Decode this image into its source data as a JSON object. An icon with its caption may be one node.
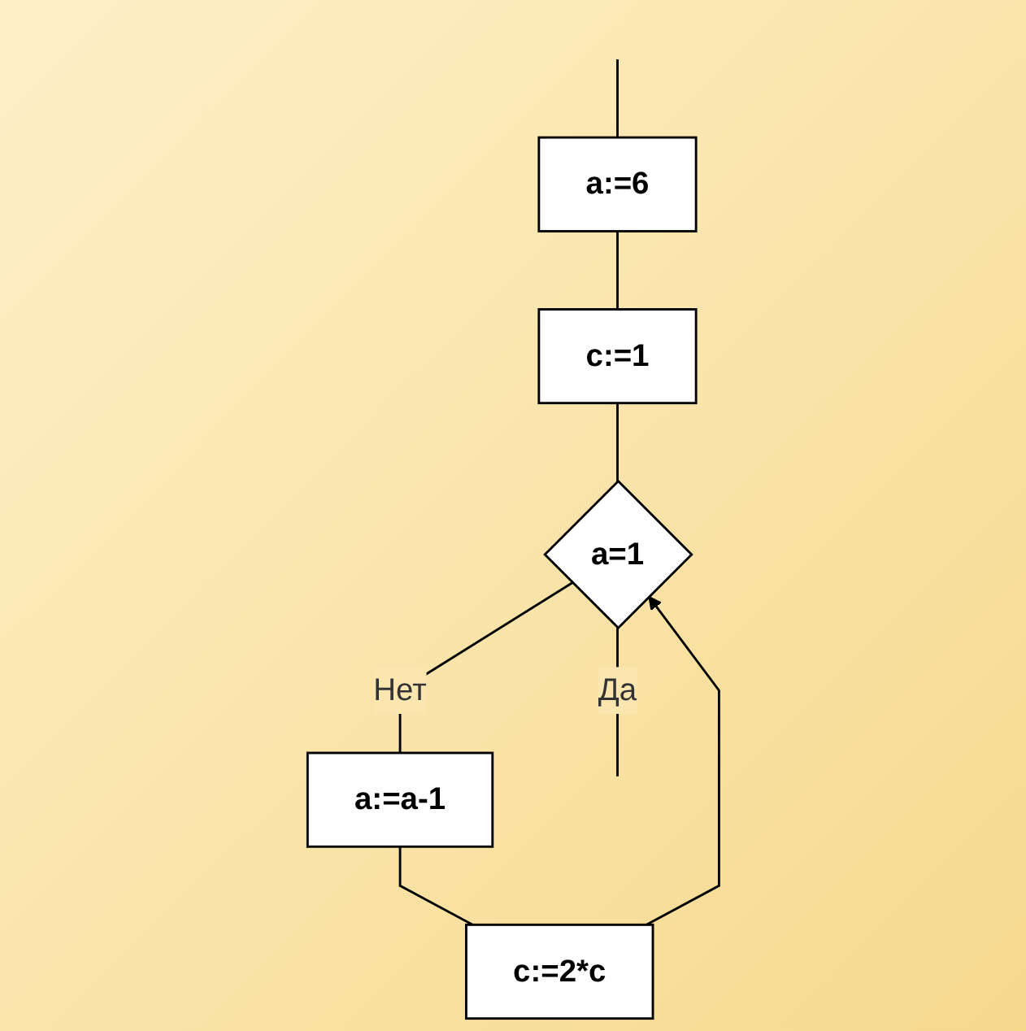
{
  "diagram": {
    "nodes": [
      {
        "text": [
          "a:=6"
        ]
      },
      {
        "text": [
          "c:=1"
        ]
      },
      {
        "text": [
          "a=1"
        ]
      },
      {
        "text": [
          "a:=a-1"
        ]
      },
      {
        "text": [
          "c:=2*c"
        ]
      }
    ],
    "edges": [
      {
        "from": null,
        "to": 0,
        "arrow": "none"
      },
      {
        "from": 0,
        "to": 1,
        "arrow": "none"
      },
      {
        "from": 1,
        "to": 2,
        "arrow": "none"
      },
      {
        "from": 2,
        "to": 3,
        "label": "Нет",
        "arrow": "none"
      },
      {
        "from": 3,
        "to": 4,
        "arrow": "none"
      },
      {
        "from": 4,
        "to": 2,
        "arrow": "to"
      },
      {
        "from": 2,
        "to": null,
        "label": "Да",
        "arrow": "none"
      }
    ]
  }
}
